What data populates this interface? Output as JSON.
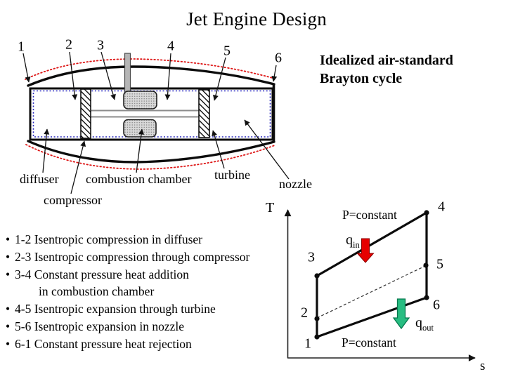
{
  "slide": {
    "title": "Jet Engine Design"
  },
  "heading": {
    "line1": "Idealized air-standard",
    "line2": "Brayton cycle"
  },
  "bullet_char": "•",
  "bullets": [
    {
      "text": "1-2 Isentropic compression in diffuser"
    },
    {
      "text": "2-3 Isentropic compression through compressor"
    },
    {
      "text": "3-4 Constant pressure heat addition"
    },
    {
      "text": "in combustion chamber",
      "indent": true
    },
    {
      "text": "4-5 Isentropic expansion through turbine"
    },
    {
      "text": "5-6 Isentropic expansion in nozzle"
    },
    {
      "text": "6-1 Constant pressure heat rejection"
    }
  ],
  "engine": {
    "callouts": [
      "1",
      "2",
      "3",
      "4",
      "5",
      "6"
    ],
    "labels": {
      "diffuser": "diffuser",
      "compressor": "compressor",
      "combustion_chamber": "combustion chamber",
      "turbine": "turbine",
      "nozzle": "nozzle"
    },
    "colors": {
      "streamline_red": "#dd1414",
      "inner_boundary_blue": "#2424bb"
    }
  },
  "ts": {
    "t_axis": "T",
    "s_axis": "s",
    "points": [
      "1",
      "2",
      "3",
      "4",
      "5",
      "6"
    ],
    "p_top": "P=constant",
    "p_bottom": "P=constant",
    "q_in": {
      "base": "q",
      "sub": "in"
    },
    "q_out": {
      "base": "q",
      "sub": "out"
    },
    "colors": {
      "q_in_arrow": "#e60000",
      "q_out_arrow": "#27bd81"
    }
  }
}
